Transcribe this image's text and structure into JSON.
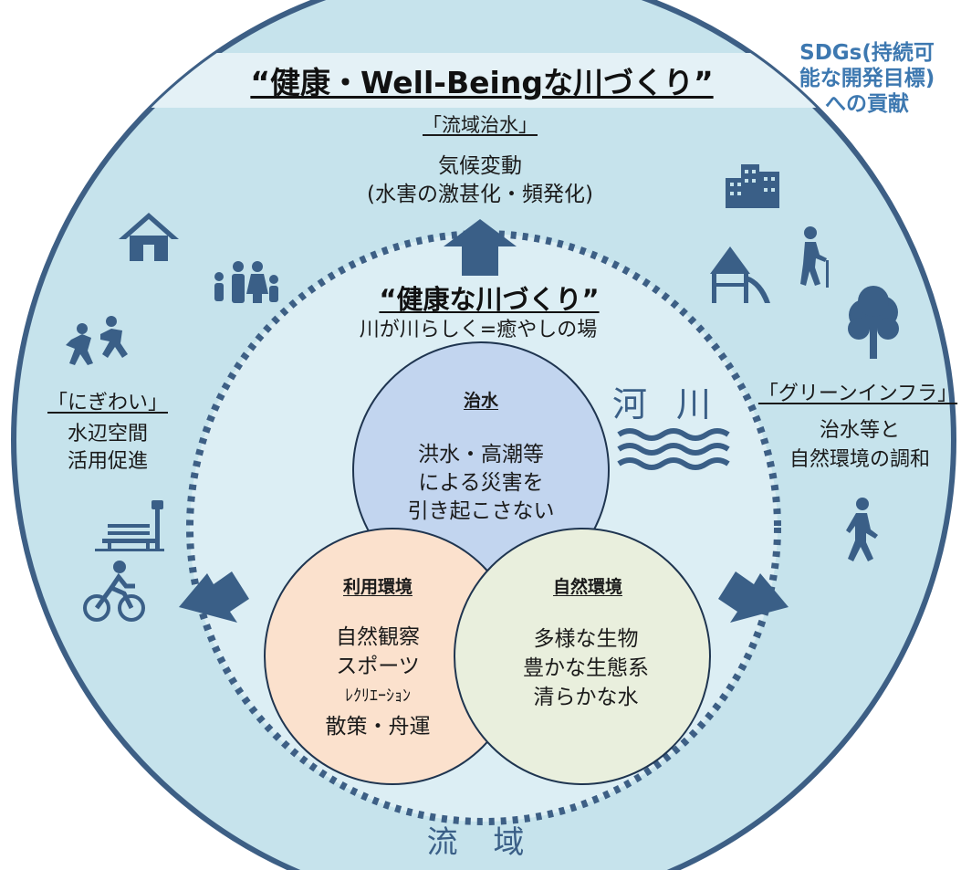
{
  "sdgs": {
    "line1": "SDGs(持続可",
    "line2": "能な開発目標)",
    "line3": "への貢献"
  },
  "outer": {
    "title": "“健康・Well-Beingな川づくり”",
    "top_heading": "「流域治水」",
    "top_line1": "気候変動",
    "top_line2": "(水害の激甚化・頻発化)",
    "left_heading": "「にぎわい」",
    "left_line1": "水辺空間",
    "left_line2": "活用促進",
    "right_heading": "「グリーンインフラ」",
    "right_line1": "治水等と",
    "right_line2": "自然環境の調和",
    "bottom_label": "流 域"
  },
  "inner": {
    "title": "“健康な川づくり”",
    "subtitle": "川が川らしく=癒やしの場",
    "river_label": "河 川"
  },
  "circles": {
    "flood": {
      "title": "治水",
      "line1": "洪水・高潮等",
      "line2": "による災害を",
      "line3": "引き起こさない"
    },
    "use": {
      "title": "利用環境",
      "line1": "自然観察",
      "line2": "スポーツ",
      "line3": "ﾚｸﾘｴｰｼｮﾝ",
      "line4": "散策・舟運"
    },
    "nature": {
      "title": "自然環境",
      "line1": "多様な生物",
      "line2": "豊かな生態系",
      "line3": "清らかな水"
    }
  },
  "colors": {
    "outer_ring": "#c6e3ec",
    "outer_border": "#3d5f85",
    "banner": "#e4f1f6",
    "inner_fill": "#dceef4",
    "dotted": "#3d5f85",
    "flood_circle": "#c2d5ef",
    "use_circle": "#fbe1cd",
    "nature_circle": "#e9efdd",
    "sdgs_text": "#3d78b0",
    "icon": "#3a5f87"
  },
  "icons": [
    "house-icon",
    "family-icon",
    "dancing-people-icon",
    "bench-icon",
    "cyclist-icon",
    "buildings-icon",
    "playground-icon",
    "elderly-person-icon",
    "tree-icon",
    "walking-person-icon",
    "waves-icon",
    "arrow-up-icon",
    "arrow-left-icon",
    "arrow-right-icon"
  ]
}
